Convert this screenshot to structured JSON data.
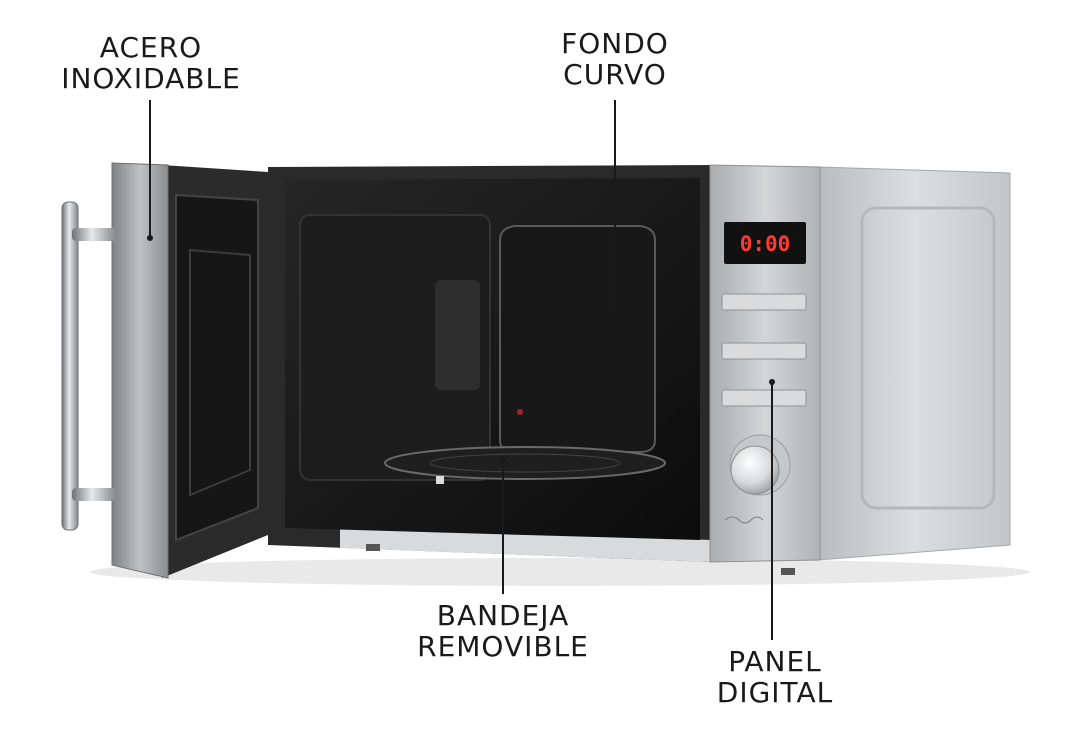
{
  "callouts": {
    "acero": {
      "line1": "ACERO",
      "line2": "INOXIDABLE"
    },
    "fondo": {
      "line1": "FONDO",
      "line2": "CURVO"
    },
    "bandeja": {
      "line1": "BANDEJA",
      "line2": "REMOVIBLE"
    },
    "panel": {
      "line1": "PANEL",
      "line2": "DIGITAL"
    }
  },
  "display": {
    "readout": "0:00"
  },
  "colors": {
    "text": "#1a1a1a",
    "steel": "#c9cccf",
    "steel_dark": "#8d9194",
    "cavity": "#141414",
    "display_red": "#ff3b2f"
  }
}
